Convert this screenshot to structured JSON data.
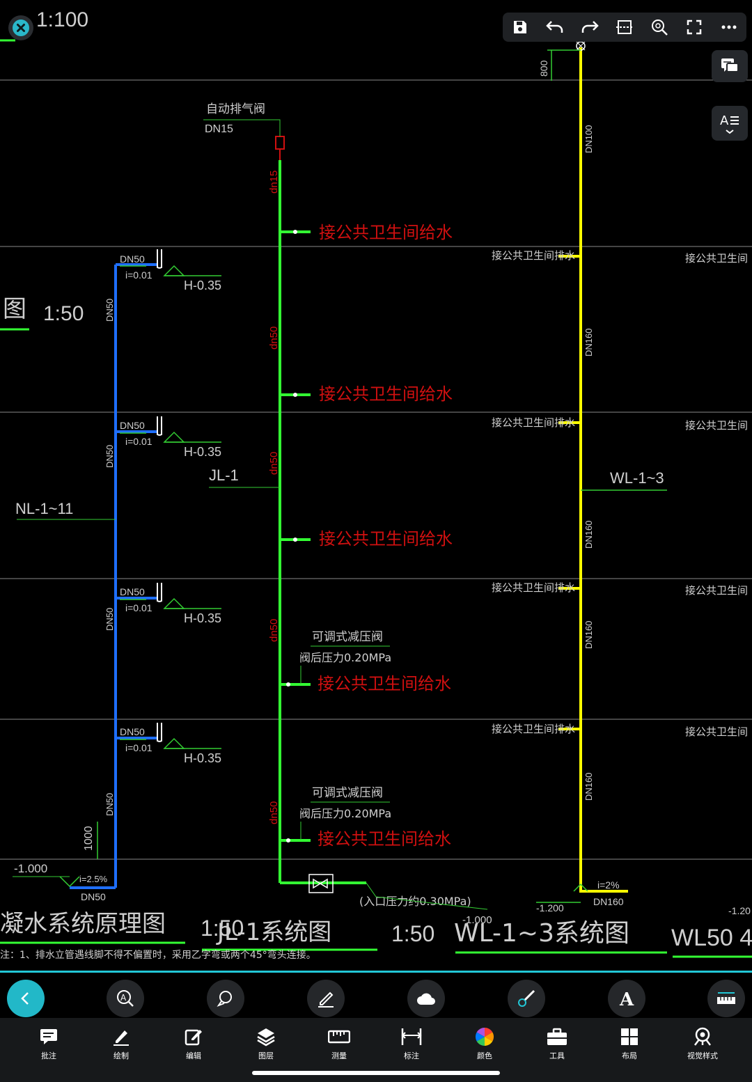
{
  "drawing": {
    "scale_top": "1:100",
    "scale_left": "1:50",
    "title_char": "图",
    "drain_elevation_top": "800",
    "vent_valve_label": "自动排气阀",
    "vent_valve_dn": "DN15",
    "supply_label": "接公共卫生间给水",
    "drain_conn_label": "接公共卫生间排水",
    "drain_conn_label_right": "接公共卫生间",
    "pipe_dn50": "DN50",
    "slope_label": "i=0.01",
    "h_level": "H-0.35",
    "pipe_dn15": "dn15",
    "pipe_dn50_lower": "dn50",
    "riser_jl": "JL-1",
    "riser_nl": "NL-1~11",
    "riser_wl": "WL-1~3",
    "dn100": "DN100",
    "dn160": "DN160",
    "prv_label": "可调式减压阀",
    "prv_pressure": "阀后压力0.20MPa",
    "inlet_pressure": "(入口压力约0.30MPa)",
    "elev_1000": "1000",
    "elev_neg1000": "-1.000",
    "elev_neg1000b": "-1.000",
    "elev_neg1200": "-1.200",
    "elev_neg120_clip": "-1.20",
    "slope_25": "i=2.5%",
    "slope_2": "i=2%",
    "title_drain": "凝水系统原理图",
    "title_scale_1": "1:50",
    "title_jl": "JL-1系统图",
    "title_scale_2": "1:50",
    "title_wl": "WL-1~3系统图",
    "title_wl_clip": "WL50 4",
    "note": "注：1、排水立管遇线脚不得不偏置时，采用乙字弯或两个45°弯头连接。"
  },
  "toolbar": {
    "icons": [
      "save-icon",
      "undo-icon",
      "redo-icon",
      "crop-icon",
      "zoom-icon",
      "fullscreen-icon",
      "more-icon"
    ]
  },
  "bottom_tools": [
    "back-icon",
    "annotation-search-icon",
    "comment-search-icon",
    "sign-icon",
    "cloud-icon",
    "brush-icon",
    "text-icon",
    "ruler-icon"
  ],
  "tabs": [
    {
      "label": "批注",
      "icon": "comment-icon"
    },
    {
      "label": "绘制",
      "icon": "pen-icon"
    },
    {
      "label": "编辑",
      "icon": "edit-icon"
    },
    {
      "label": "图层",
      "icon": "layers-icon"
    },
    {
      "label": "测量",
      "icon": "measure-icon"
    },
    {
      "label": "标注",
      "icon": "dimension-icon"
    },
    {
      "label": "颜色",
      "icon": "color-wheel-icon"
    },
    {
      "label": "工具",
      "icon": "toolbox-icon"
    },
    {
      "label": "布局",
      "icon": "layout-icon"
    },
    {
      "label": "视觉样式",
      "icon": "visual-style-icon"
    }
  ],
  "colors": {
    "accent": "#22c7d6",
    "green": "#33ff33",
    "blue": "#1f6fff",
    "yellow": "#ffff00",
    "red": "#d01010",
    "grid": "#9a9a9a"
  }
}
